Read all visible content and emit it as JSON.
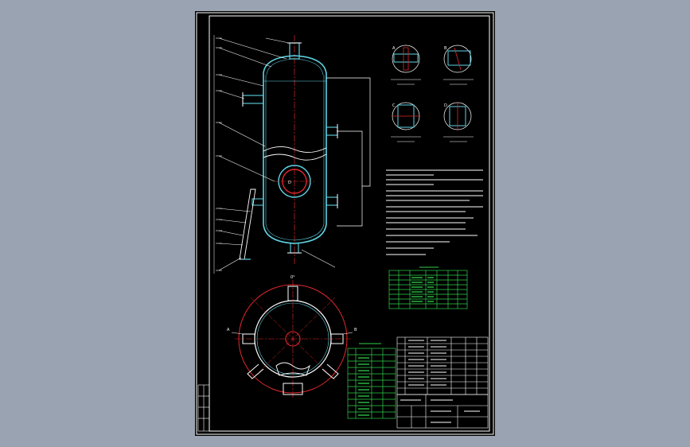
{
  "colors": {
    "background": "#9aa3b1",
    "sheet": "#000000",
    "outline": "#ffffff",
    "vessel": "#5fd3e3",
    "centerline": "#e0282c",
    "note_text": "#ffffff",
    "table": "#2fd04a"
  },
  "labels": {
    "detail_a": "A",
    "detail_b": "B",
    "detail_c": "C",
    "detail_d": "D",
    "manhole_letter": "D",
    "plan_dim": "0°",
    "nozzle_a": "A",
    "nozzle_b": "B"
  }
}
